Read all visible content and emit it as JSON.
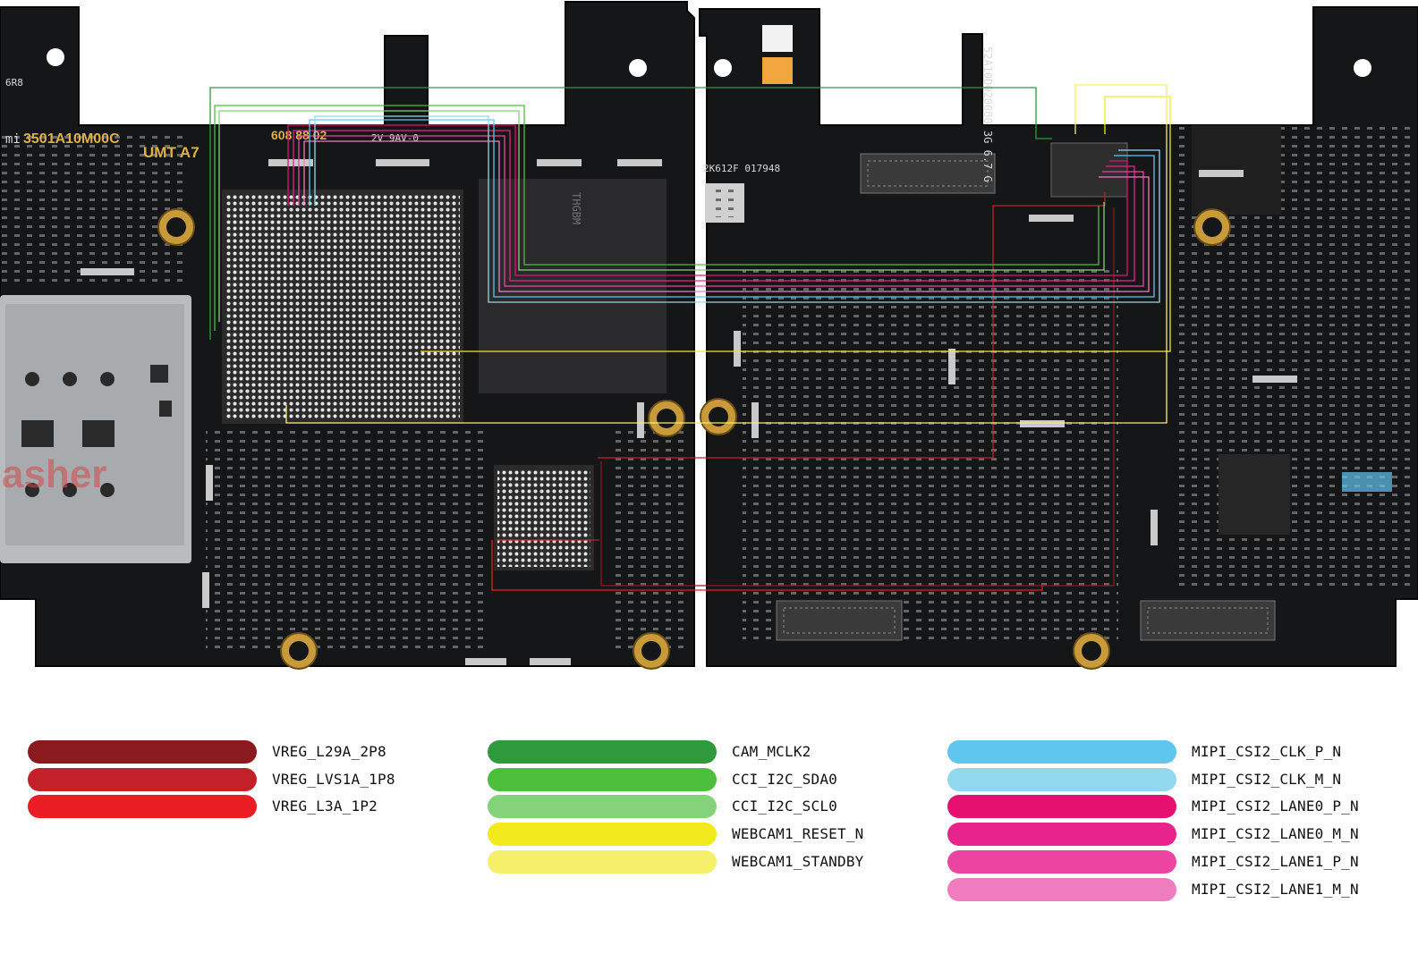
{
  "board": {
    "silkscreen": {
      "model_left": "3501A10M00C",
      "umt": "UMT A7",
      "code": "608 88 02",
      "rev": "2V 9AV-0",
      "chip_mark": "2K612F 017948",
      "model_right": "52A10D020000 3G 6.7 G",
      "mem_mark": "THGBM",
      "pad_left": "6R8",
      "logo_mi": "mi",
      "watermark": "asher"
    },
    "colors": {
      "pcb": "#141617",
      "pcb_edge": "#0b0c0d",
      "pad": "#c9c9c9",
      "gold": "#c89a3a"
    }
  },
  "legend": {
    "columns": [
      {
        "items": [
          {
            "label": "VREG_L29A_2P8",
            "color": "#8b1a1e"
          },
          {
            "label": "VREG_LVS1A_1P8",
            "color": "#c4202a"
          },
          {
            "label": "VREG_L3A_1P2",
            "color": "#ea1c24"
          }
        ]
      },
      {
        "items": [
          {
            "label": "CAM_MCLK2",
            "color": "#2f9a3c"
          },
          {
            "label": "CCI_I2C_SDA0",
            "color": "#4cbf3c"
          },
          {
            "label": "CCI_I2C_SCL0",
            "color": "#84d27a"
          },
          {
            "label": "WEBCAM1_RESET_N",
            "color": "#f2ea1c"
          },
          {
            "label": "WEBCAM1_STANDBY",
            "color": "#f5ef6a"
          }
        ]
      },
      {
        "items": [
          {
            "label": "MIPI_CSI2_CLK_P_N",
            "color": "#5fc6ef"
          },
          {
            "label": "MIPI_CSI2_CLK_M_N",
            "color": "#92d8ee"
          },
          {
            "label": "MIPI_CSI2_LANE0_P_N",
            "color": "#e5106f"
          },
          {
            "label": "MIPI_CSI2_LANE0_M_N",
            "color": "#e9238c"
          },
          {
            "label": "MIPI_CSI2_LANE1_P_N",
            "color": "#ed44a2"
          },
          {
            "label": "MIPI_CSI2_LANE1_M_N",
            "color": "#f07cc0"
          }
        ]
      }
    ]
  }
}
